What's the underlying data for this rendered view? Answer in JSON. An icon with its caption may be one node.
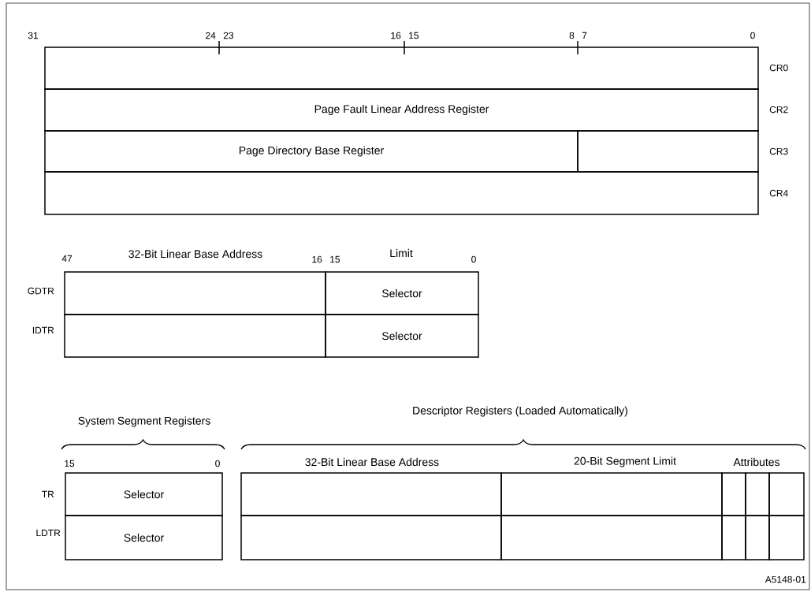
{
  "diagram": {
    "nodes": [
      {
        "text": [],
        "shape": "box"
      },
      {
        "text": [
          "Page Fault Linear Address Register"
        ]
      },
      {
        "text": [
          "Page Directory Base Register"
        ]
      },
      {
        "text": [],
        "shape": "box"
      },
      {
        "text": [],
        "shape": "box"
      },
      {
        "text": [],
        "shape": "box"
      },
      {
        "text": [
          "Selector"
        ]
      },
      {
        "text": [],
        "shape": "box"
      },
      {
        "text": [
          "Selector"
        ]
      },
      {
        "text": [
          "Selector"
        ]
      },
      {
        "text": [
          "Selector"
        ]
      },
      {
        "text": [],
        "shape": "box"
      },
      {
        "text": [],
        "shape": "box"
      },
      {
        "text": [],
        "shape": "box"
      },
      {
        "text": [],
        "shape": "box"
      },
      {
        "text": [],
        "shape": "box"
      },
      {
        "text": [],
        "shape": "box"
      },
      {
        "text": [],
        "shape": "box"
      },
      {
        "text": [],
        "shape": "box"
      },
      {
        "text": [],
        "shape": "box"
      },
      {
        "text": [],
        "shape": "box"
      }
    ],
    "edges": [],
    "labels": [
      "31",
      "24",
      "23",
      "16",
      "15",
      "8",
      "7",
      "0",
      "CR0",
      "CR2",
      "CR3",
      "CR4",
      "47",
      "32-Bit Linear Base Address",
      "16",
      "15",
      "Limit",
      "0",
      "GDTR",
      "IDTR",
      "System Segment Registers",
      "Descriptor Registers (Loaded Automatically)",
      "15",
      "0",
      "32-Bit Linear Base Address",
      "20-Bit Segment Limit",
      "Attributes",
      "TR",
      "LDTR",
      "A5148-01"
    ]
  }
}
